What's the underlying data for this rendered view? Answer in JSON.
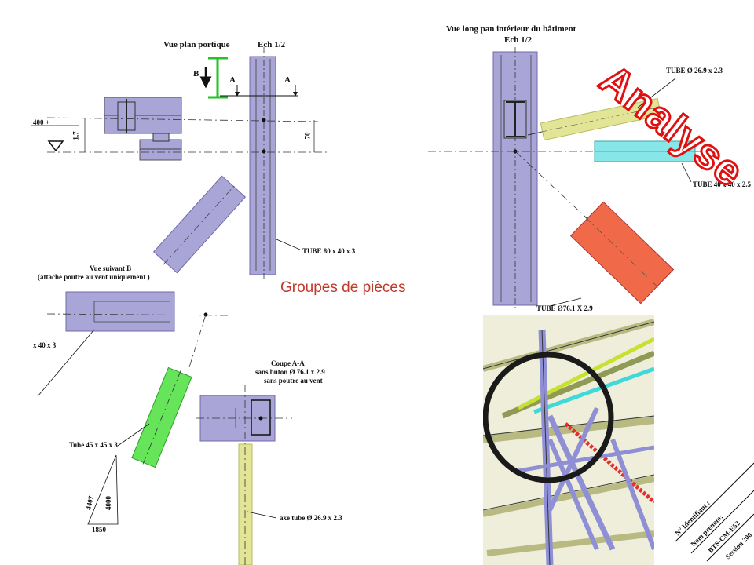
{
  "slide": {
    "title_stamp": "Analyse",
    "caption": "Groupes de pièces"
  },
  "views": {
    "plan_portique": {
      "title": "Vue plan portique",
      "scale": "Ech 1/2",
      "section_letter": "A",
      "view_letter": "B",
      "dim_1": "1,7",
      "dim_2": "70",
      "level": "400 +",
      "tube": "TUBE 80 x 40 x 3"
    },
    "long_pan": {
      "title": "Vue long pan intérieur du bâtiment",
      "scale": "Ech 1/2",
      "tube_top": "TUBE Ø 26.9 x 2.3",
      "tube_right": "TUBE 40 x 40 x 2.5",
      "tube_bottom": "TUBE Ø76.1 X 2.9"
    },
    "suivant_b": {
      "title": "Vue suivant B",
      "subtitle": "(attache poutre au vent uniquement )",
      "tube": "x 40 x 3",
      "tube_diag": "Tube 45 x 45 x 3",
      "tri_h1": "4407",
      "tri_h2": "4000",
      "tri_base": "1850"
    },
    "coupe_aa": {
      "title": "Coupe A-A",
      "line2": "sans buton Ø 76.1 x 2.9",
      "line3": "sans poutre au vent",
      "tube": "axe tube Ø 26.9 x 2.3"
    },
    "cartouche": {
      "line1": "N° Identifiant :",
      "line2": "Nom prénom:",
      "line3": "BTS-CM-E52",
      "line4": "Session 200"
    }
  },
  "colors": {
    "lavender": "#a9a5d6",
    "lavender_stroke": "#6f6aa8",
    "green_part": "#66e45a",
    "yellow_part": "#e2e595",
    "cyan_part": "#86e6e8",
    "red_part": "#f06a4a",
    "stamp_red": "#e01010",
    "caption_red": "#c0392b"
  }
}
